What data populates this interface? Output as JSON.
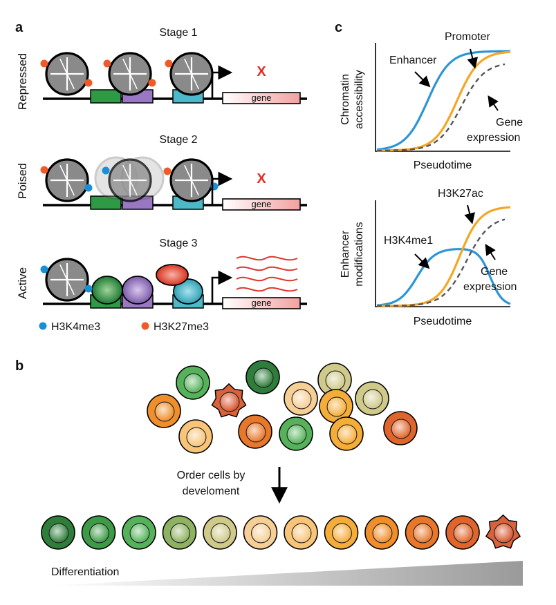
{
  "panel_a": {
    "label": "a",
    "stages": [
      {
        "title": "Stage 1",
        "state": "Repressed",
        "mark": "X",
        "gene": "gene"
      },
      {
        "title": "Stage 2",
        "state": "Poised",
        "mark": "X",
        "gene": "gene"
      },
      {
        "title": "Stage 3",
        "state": "Active",
        "mark": "",
        "gene": "gene"
      }
    ],
    "legend": [
      {
        "label": "H3K4me3",
        "color": "#1b8fd6"
      },
      {
        "label": "H3K27me3",
        "color": "#f05a28"
      }
    ]
  },
  "panel_b": {
    "label": "b",
    "arrow_text_line1": "Order cells by",
    "arrow_text_line2": "develoment",
    "gradient_label": "Differentiation",
    "ordered_cell_colors": [
      "#2e7d3a",
      "#3d9a47",
      "#55b25a",
      "#8fb262",
      "#cfc98a",
      "#f6cf96",
      "#f7c478",
      "#f5ad39",
      "#ef8e2a",
      "#e8772a",
      "#e0652c",
      "#d8542f"
    ]
  },
  "panel_c": {
    "label": "c",
    "top": {
      "ylabel_line1": "Chromatin",
      "ylabel_line2": "accessibility",
      "xlabel": "Pseudotime",
      "annotations": {
        "enhancer": "Enhancer",
        "promoter": "Promoter",
        "gene_l1": "Gene",
        "gene_l2": "expression"
      }
    },
    "bottom": {
      "ylabel_line1": "Enhancer",
      "ylabel_line2": "modifications",
      "xlabel": "Pseudotime",
      "annotations": {
        "h3k4me1": "H3K4me1",
        "h3k27ac": "H3K27ac",
        "gene_l1": "Gene",
        "gene_l2": "expression"
      }
    },
    "colors": {
      "blue": "#2a95d8",
      "orange": "#f5a623",
      "gray": "#555555"
    }
  }
}
